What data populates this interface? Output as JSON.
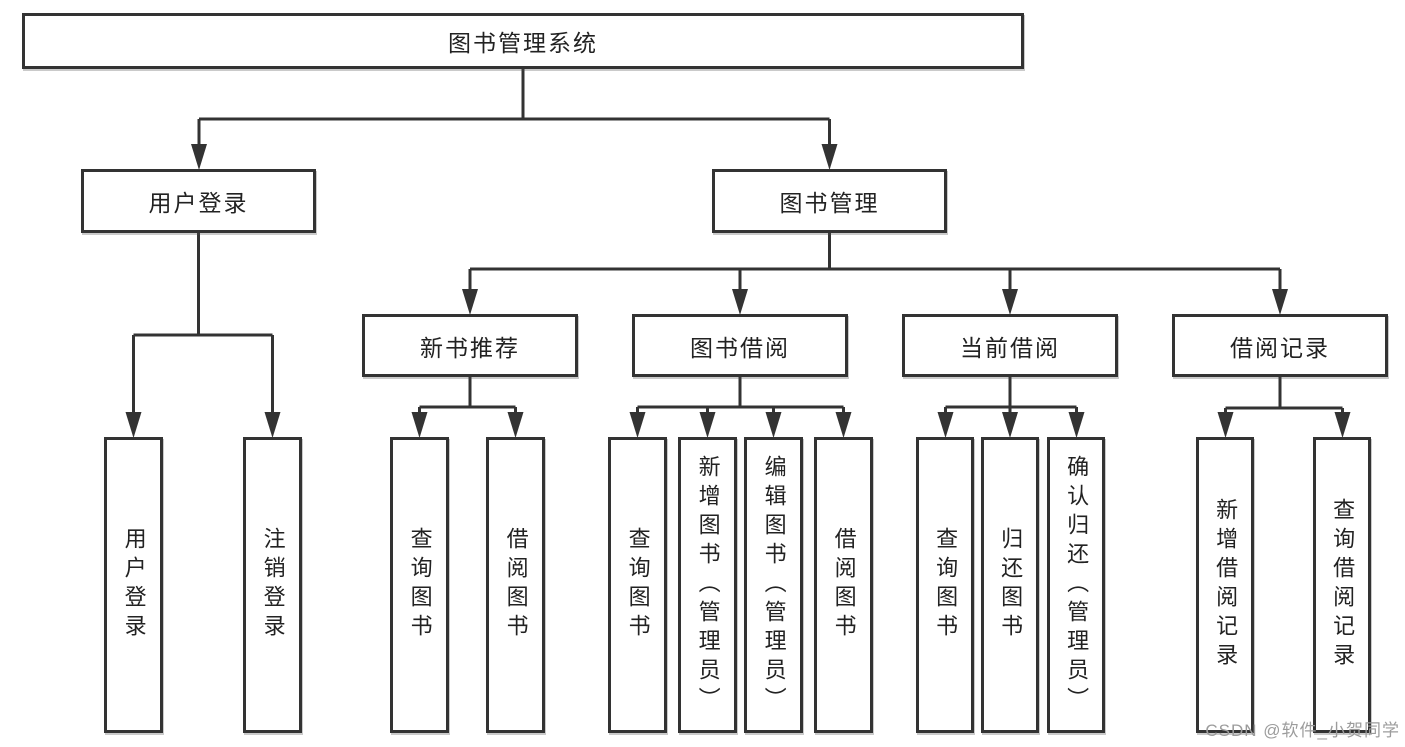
{
  "root": {
    "label": "图书管理系统"
  },
  "level2": [
    {
      "label": "用户登录"
    },
    {
      "label": "图书管理"
    }
  ],
  "level3": [
    {
      "label": "新书推荐"
    },
    {
      "label": "图书借阅"
    },
    {
      "label": "当前借阅"
    },
    {
      "label": "借阅记录"
    }
  ],
  "leaves": [
    {
      "label": "用户登录"
    },
    {
      "label": "注销登录"
    },
    {
      "label": "查询图书"
    },
    {
      "label": "借阅图书"
    },
    {
      "label": "查询图书"
    },
    {
      "label": "新增图书（管理员）"
    },
    {
      "label": "编辑图书（管理员）"
    },
    {
      "label": "借阅图书"
    },
    {
      "label": "查询图书"
    },
    {
      "label": "归还图书"
    },
    {
      "label": "确认归还（管理员）"
    },
    {
      "label": "新增借阅记录"
    },
    {
      "label": "查询借阅记录"
    }
  ],
  "watermark": {
    "text": "CSDN @软件_小贺同学"
  },
  "colors": {
    "line": "#333333",
    "box_border": "#333333",
    "text": "#222222",
    "watermark": "#9c9c9c",
    "background": "#ffffff"
  }
}
